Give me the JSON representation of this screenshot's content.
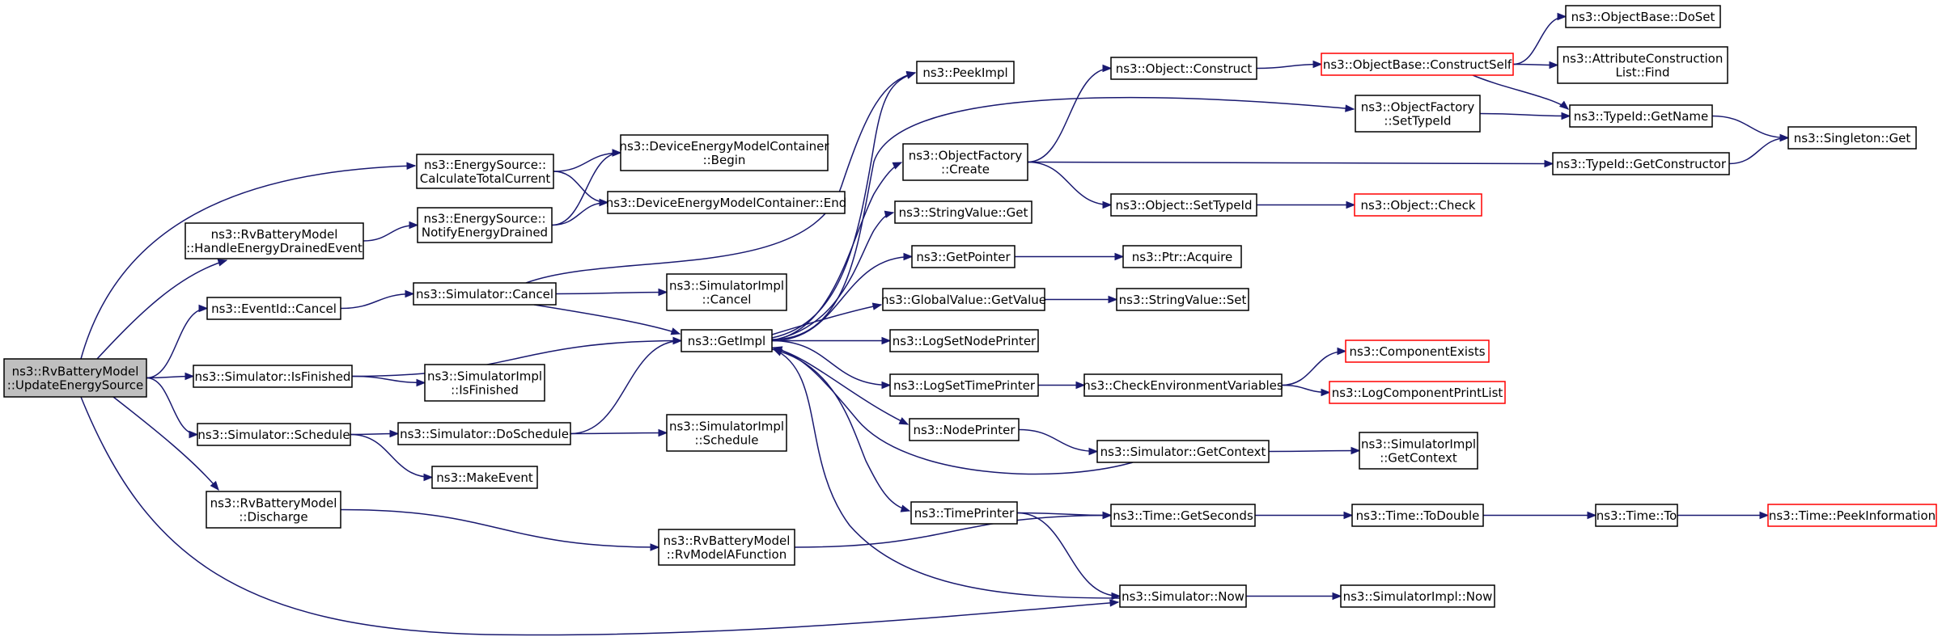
{
  "nodes": [
    {
      "id": "updateEnergySource",
      "lines": [
        "ns3::RvBatteryModel",
        "::UpdateEnergySource"
      ],
      "selected": true
    },
    {
      "id": "calcTotalCurrent",
      "lines": [
        "ns3::EnergySource::",
        "CalculateTotalCurrent"
      ]
    },
    {
      "id": "handleDrained",
      "lines": [
        "ns3::RvBatteryModel",
        "::HandleEnergyDrainedEvent"
      ]
    },
    {
      "id": "eventCancel",
      "lines": [
        "ns3::EventId::Cancel"
      ]
    },
    {
      "id": "simIsFinished",
      "lines": [
        "ns3::Simulator::IsFinished"
      ]
    },
    {
      "id": "simSchedule",
      "lines": [
        "ns3::Simulator::Schedule"
      ]
    },
    {
      "id": "rvDischarge",
      "lines": [
        "ns3::RvBatteryModel",
        "::Discharge"
      ]
    },
    {
      "id": "notifyDrained",
      "lines": [
        "ns3::EnergySource::",
        "NotifyEnergyDrained"
      ]
    },
    {
      "id": "simCancel",
      "lines": [
        "ns3::Simulator::Cancel"
      ]
    },
    {
      "id": "simImplIsFinished",
      "lines": [
        "ns3::SimulatorImpl",
        "::IsFinished"
      ]
    },
    {
      "id": "simDoSchedule",
      "lines": [
        "ns3::Simulator::DoSchedule"
      ]
    },
    {
      "id": "makeEvent",
      "lines": [
        "ns3::MakeEvent"
      ]
    },
    {
      "id": "demcBegin",
      "lines": [
        "ns3::DeviceEnergyModelContainer",
        "::Begin"
      ]
    },
    {
      "id": "demcEnd",
      "lines": [
        "ns3::DeviceEnergyModelContainer::End"
      ]
    },
    {
      "id": "simImplCancel",
      "lines": [
        "ns3::SimulatorImpl",
        "::Cancel"
      ]
    },
    {
      "id": "getImpl",
      "lines": [
        "ns3::GetImpl"
      ]
    },
    {
      "id": "simImplSchedule",
      "lines": [
        "ns3::SimulatorImpl",
        "::Schedule"
      ]
    },
    {
      "id": "rvModelA",
      "lines": [
        "ns3::RvBatteryModel",
        "::RvModelAFunction"
      ]
    },
    {
      "id": "peekImpl",
      "lines": [
        "ns3::PeekImpl"
      ]
    },
    {
      "id": "ofCreate",
      "lines": [
        "ns3::ObjectFactory",
        "::Create"
      ]
    },
    {
      "id": "strValGet",
      "lines": [
        "ns3::StringValue::Get"
      ]
    },
    {
      "id": "getPointer",
      "lines": [
        "ns3::GetPointer"
      ]
    },
    {
      "id": "gvGetValue",
      "lines": [
        "ns3::GlobalValue::GetValue"
      ]
    },
    {
      "id": "logSetNodePrinter",
      "lines": [
        "ns3::LogSetNodePrinter"
      ]
    },
    {
      "id": "logSetTimePrinter",
      "lines": [
        "ns3::LogSetTimePrinter"
      ]
    },
    {
      "id": "nodePrinter",
      "lines": [
        "ns3::NodePrinter"
      ]
    },
    {
      "id": "timePrinter",
      "lines": [
        "ns3::TimePrinter"
      ]
    },
    {
      "id": "objConstruct",
      "lines": [
        "ns3::Object::Construct"
      ]
    },
    {
      "id": "objSetTypeId",
      "lines": [
        "ns3::Object::SetTypeId"
      ]
    },
    {
      "id": "ptrAcquire",
      "lines": [
        "ns3::Ptr::Acquire"
      ]
    },
    {
      "id": "strValSet",
      "lines": [
        "ns3::StringValue::Set"
      ]
    },
    {
      "id": "checkEnv",
      "lines": [
        "ns3::CheckEnvironmentVariables"
      ]
    },
    {
      "id": "simGetContext",
      "lines": [
        "ns3::Simulator::GetContext"
      ]
    },
    {
      "id": "timeGetSeconds",
      "lines": [
        "ns3::Time::GetSeconds"
      ]
    },
    {
      "id": "simNow",
      "lines": [
        "ns3::Simulator::Now"
      ]
    },
    {
      "id": "obConstructSelf",
      "lines": [
        "ns3::ObjectBase::ConstructSelf"
      ],
      "red": true
    },
    {
      "id": "ofSetTypeId",
      "lines": [
        "ns3::ObjectFactory",
        "::SetTypeId"
      ]
    },
    {
      "id": "objCheck",
      "lines": [
        "ns3::Object::Check"
      ],
      "red": true
    },
    {
      "id": "compExists",
      "lines": [
        "ns3::ComponentExists"
      ],
      "red": true
    },
    {
      "id": "logCompPrintList",
      "lines": [
        "ns3::LogComponentPrintList"
      ],
      "red": true
    },
    {
      "id": "simImplGetContext",
      "lines": [
        "ns3::SimulatorImpl",
        "::GetContext"
      ]
    },
    {
      "id": "timeToDouble",
      "lines": [
        "ns3::Time::ToDouble"
      ]
    },
    {
      "id": "simImplNow",
      "lines": [
        "ns3::SimulatorImpl::Now"
      ]
    },
    {
      "id": "obDoSet",
      "lines": [
        "ns3::ObjectBase::DoSet"
      ]
    },
    {
      "id": "attrConstrFind",
      "lines": [
        "ns3::AttributeConstruction",
        "List::Find"
      ]
    },
    {
      "id": "typeIdGetName",
      "lines": [
        "ns3::TypeId::GetName"
      ]
    },
    {
      "id": "typeIdGetConstructor",
      "lines": [
        "ns3::TypeId::GetConstructor"
      ]
    },
    {
      "id": "singletonGet",
      "lines": [
        "ns3::Singleton::Get"
      ]
    },
    {
      "id": "timeTo",
      "lines": [
        "ns3::Time::To"
      ]
    },
    {
      "id": "timePeekInfo",
      "lines": [
        "ns3::Time::PeekInformation"
      ],
      "red": true
    }
  ],
  "edges": [
    [
      "updateEnergySource",
      "calcTotalCurrent"
    ],
    [
      "updateEnergySource",
      "handleDrained"
    ],
    [
      "updateEnergySource",
      "eventCancel"
    ],
    [
      "updateEnergySource",
      "simIsFinished"
    ],
    [
      "updateEnergySource",
      "simSchedule"
    ],
    [
      "updateEnergySource",
      "rvDischarge"
    ],
    [
      "updateEnergySource",
      "simNow"
    ],
    [
      "calcTotalCurrent",
      "demcBegin"
    ],
    [
      "calcTotalCurrent",
      "demcEnd"
    ],
    [
      "handleDrained",
      "notifyDrained"
    ],
    [
      "notifyDrained",
      "demcBegin"
    ],
    [
      "notifyDrained",
      "demcEnd"
    ],
    [
      "eventCancel",
      "simCancel"
    ],
    [
      "simCancel",
      "simImplCancel"
    ],
    [
      "simCancel",
      "getImpl"
    ],
    [
      "simCancel",
      "peekImpl"
    ],
    [
      "simIsFinished",
      "getImpl"
    ],
    [
      "simIsFinished",
      "simImplIsFinished"
    ],
    [
      "simSchedule",
      "simDoSchedule"
    ],
    [
      "simSchedule",
      "makeEvent"
    ],
    [
      "simDoSchedule",
      "getImpl"
    ],
    [
      "simDoSchedule",
      "simImplSchedule"
    ],
    [
      "rvDischarge",
      "rvModelA"
    ],
    [
      "rvModelA",
      "timeGetSeconds"
    ],
    [
      "getImpl",
      "peekImpl"
    ],
    [
      "getImpl",
      "ofSetTypeId"
    ],
    [
      "getImpl",
      "ofCreate"
    ],
    [
      "getImpl",
      "strValGet"
    ],
    [
      "getImpl",
      "getPointer"
    ],
    [
      "getImpl",
      "gvGetValue"
    ],
    [
      "getImpl",
      "logSetNodePrinter"
    ],
    [
      "getImpl",
      "logSetTimePrinter"
    ],
    [
      "getImpl",
      "nodePrinter"
    ],
    [
      "getImpl",
      "timePrinter"
    ],
    [
      "ofCreate",
      "objConstruct"
    ],
    [
      "ofCreate",
      "objSetTypeId"
    ],
    [
      "ofCreate",
      "typeIdGetConstructor"
    ],
    [
      "getPointer",
      "ptrAcquire"
    ],
    [
      "gvGetValue",
      "strValSet"
    ],
    [
      "logSetTimePrinter",
      "checkEnv"
    ],
    [
      "nodePrinter",
      "simGetContext"
    ],
    [
      "simGetContext",
      "getImpl"
    ],
    [
      "simGetContext",
      "simImplGetContext"
    ],
    [
      "timePrinter",
      "timeGetSeconds"
    ],
    [
      "timePrinter",
      "simNow"
    ],
    [
      "simNow",
      "getImpl"
    ],
    [
      "simNow",
      "simImplNow"
    ],
    [
      "objConstruct",
      "obConstructSelf"
    ],
    [
      "obConstructSelf",
      "obDoSet"
    ],
    [
      "obConstructSelf",
      "attrConstrFind"
    ],
    [
      "obConstructSelf",
      "typeIdGetName"
    ],
    [
      "ofSetTypeId",
      "typeIdGetName"
    ],
    [
      "objSetTypeId",
      "objCheck"
    ],
    [
      "checkEnv",
      "compExists"
    ],
    [
      "checkEnv",
      "logCompPrintList"
    ],
    [
      "timeGetSeconds",
      "timeToDouble"
    ],
    [
      "timeToDouble",
      "timeTo"
    ],
    [
      "timeTo",
      "timePeekInfo"
    ],
    [
      "typeIdGetName",
      "singletonGet"
    ],
    [
      "typeIdGetConstructor",
      "singletonGet"
    ]
  ]
}
